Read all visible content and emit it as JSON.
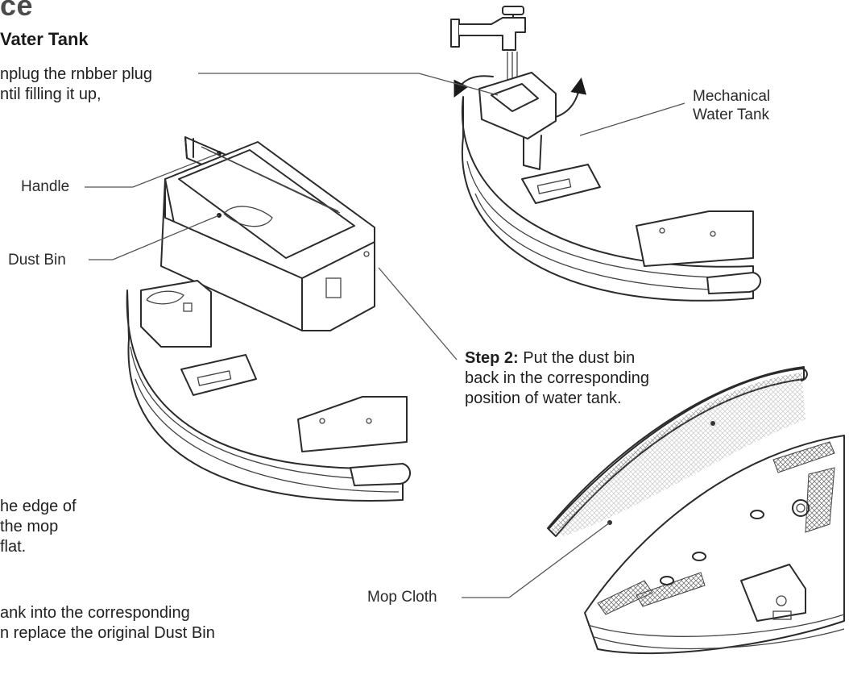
{
  "heading": "ce",
  "subheading": "Vater Tank",
  "step1": {
    "line1": "nplug the rnbber plug",
    "line2": "ntil filling it up,"
  },
  "labels": {
    "handle": "Handle",
    "dust_bin": "Dust Bin",
    "mech_tank_line1": "Mechanical",
    "mech_tank_line2": "Water Tank",
    "mop_cloth": "Mop Cloth"
  },
  "step2": {
    "bold": "Step 2:",
    "line1": " Put the dust bin",
    "line2": "back in the corresponding",
    "line3": "position of water tank."
  },
  "step3": {
    "line1": "he edge of",
    "line2": "the mop",
    "line3": "flat."
  },
  "step4": {
    "line1": "ank into the corresponding",
    "line2": "n replace the original Dust Bin"
  }
}
